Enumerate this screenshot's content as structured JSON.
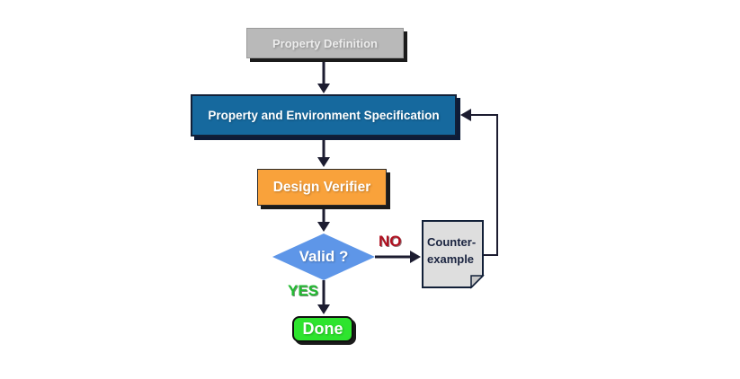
{
  "diagram": {
    "type": "flowchart",
    "nodes": {
      "property_definition": {
        "label": "Property Definition",
        "shape": "rectangle"
      },
      "spec": {
        "label": "Property and Environment Specification",
        "shape": "rectangle"
      },
      "design_verifier": {
        "label": "Design Verifier",
        "shape": "rectangle"
      },
      "valid": {
        "label": "Valid ?",
        "shape": "diamond"
      },
      "counter_example": {
        "label_line1": "Counter-",
        "label_line2": "example",
        "shape": "document"
      },
      "done": {
        "label": "Done",
        "shape": "rounded-rectangle"
      }
    },
    "edges": {
      "property_definition_to_spec": {
        "from": "property_definition",
        "to": "spec"
      },
      "spec_to_design_verifier": {
        "from": "spec",
        "to": "design_verifier"
      },
      "design_verifier_to_valid": {
        "from": "design_verifier",
        "to": "valid"
      },
      "no": {
        "label": "NO",
        "from": "valid",
        "to": "counter_example"
      },
      "yes": {
        "label": "YES",
        "from": "valid",
        "to": "done"
      },
      "feedback": {
        "from": "counter_example",
        "to": "spec"
      }
    },
    "colors": {
      "background": "#ffffff",
      "node_property_definition_bg": "#b9b9b9",
      "node_spec_bg": "#16699e",
      "node_design_verifier_bg": "#f9a23b",
      "node_valid_bg": "#5e96e8",
      "node_done_bg": "#2ee42e",
      "node_counter_example_bg": "#dedede",
      "border_dark": "#122038",
      "arrow": "#1c1c30",
      "label_no": "#b01020",
      "label_yes": "#22bb31",
      "text_light": "#ffffff",
      "text_dark": "#1a2440"
    }
  }
}
